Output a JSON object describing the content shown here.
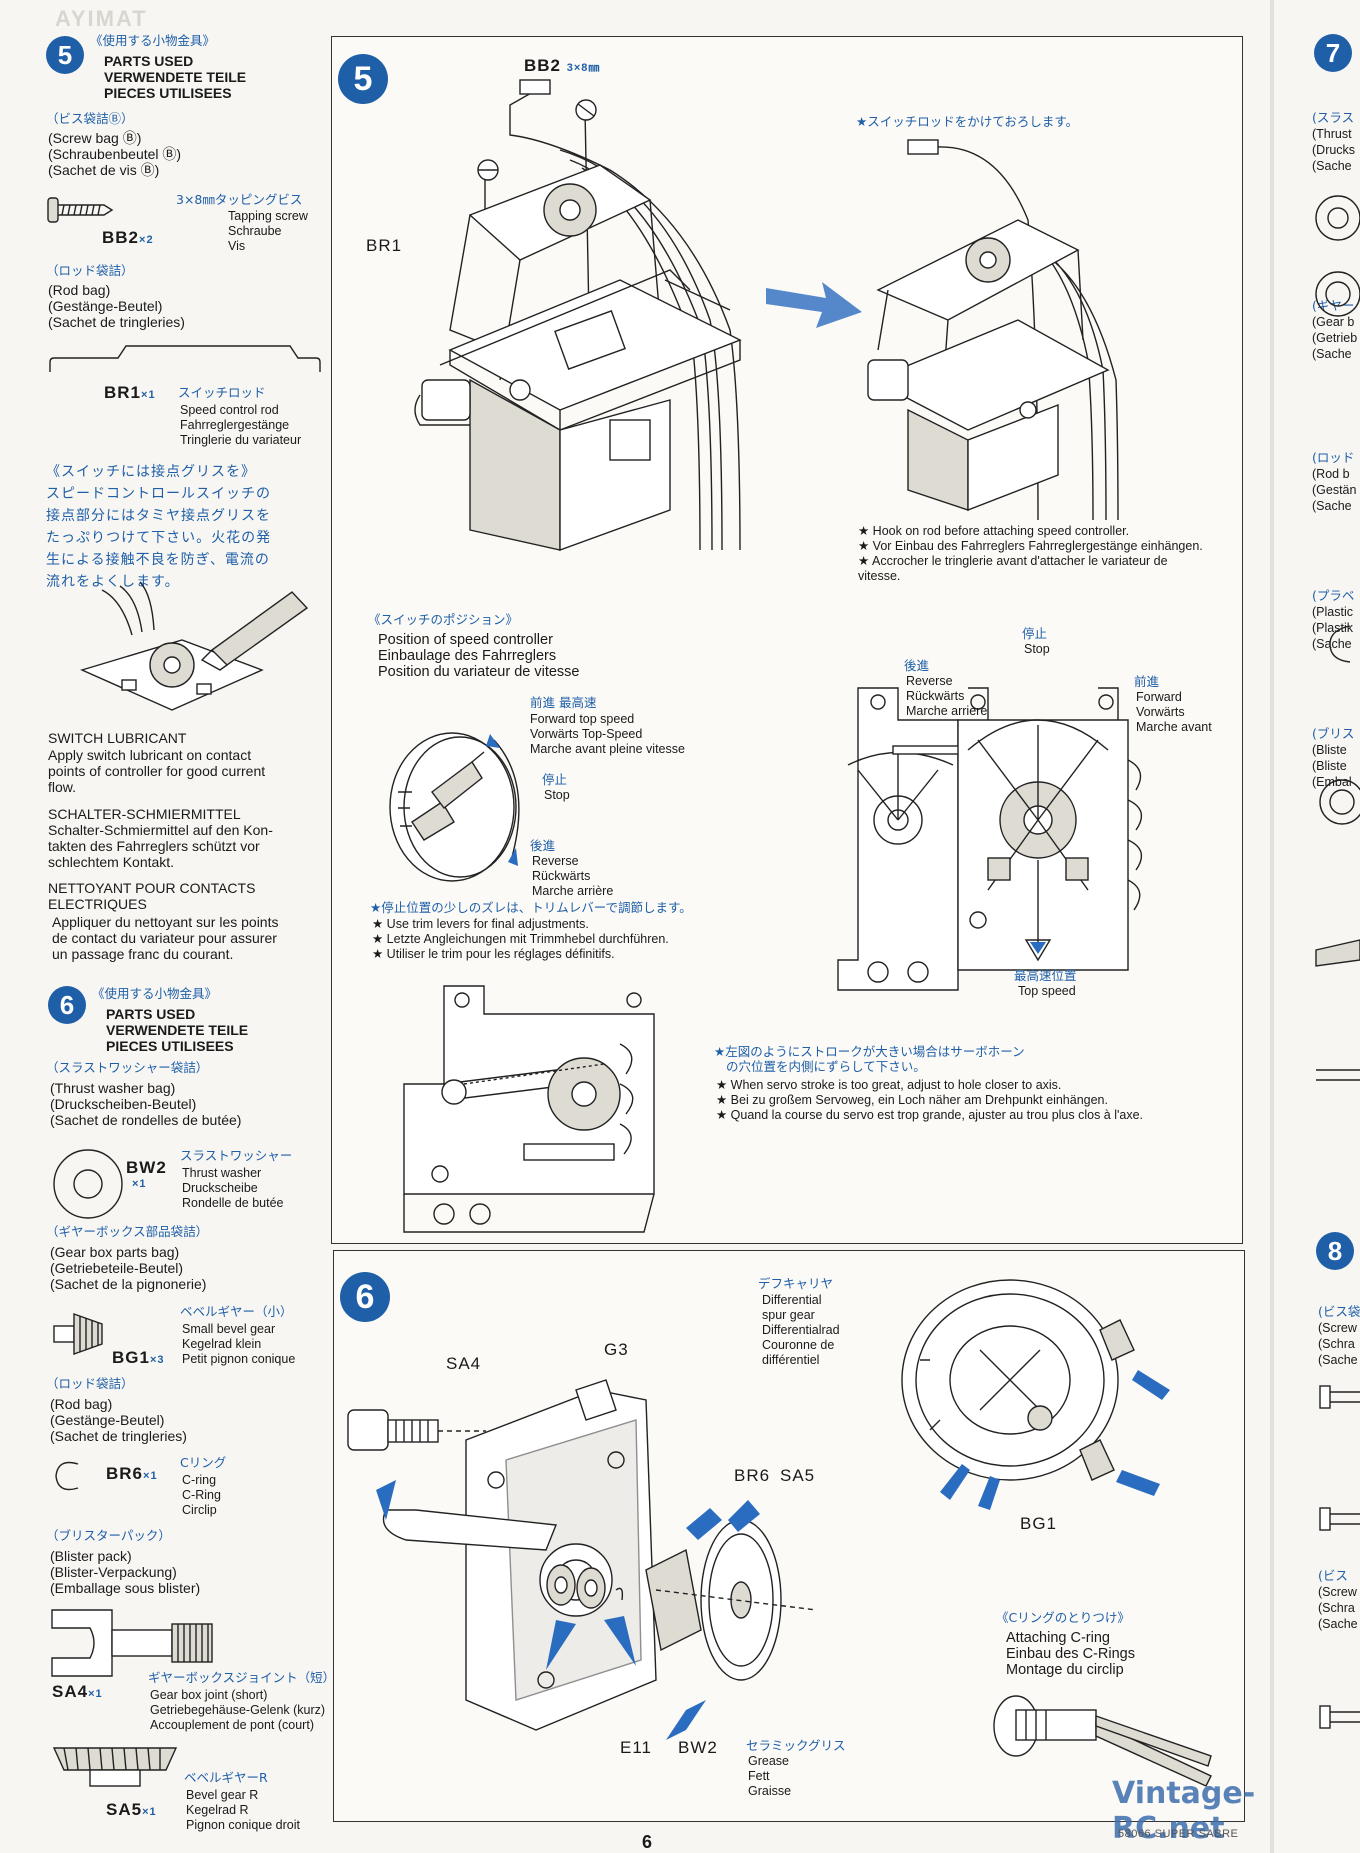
{
  "left": {
    "s5": {
      "num": "5",
      "header_jp": "《使用する小物金具》",
      "header": [
        "PARTS USED",
        "VERWENDETE TEILE",
        "PIECES UTILISEES"
      ],
      "bag_jp": "（ビス袋詰Ⓑ）",
      "bag": [
        "(Screw bag Ⓑ)",
        "(Schraubenbeutel Ⓑ)",
        "(Sachet de vis Ⓑ)"
      ],
      "bb2_jp": "3×8㎜タッピングビス",
      "bb2_desc": [
        "Tapping screw",
        "Schraube",
        "Vis"
      ],
      "bb2_code": "BB2",
      "bb2_count": "×2",
      "rod_jp": "（ロッド袋詰）",
      "rod": [
        "(Rod bag)",
        "(Gestänge-Beutel)",
        "(Sachet de tringleries)"
      ],
      "br1_code": "BR1",
      "br1_count": "×1",
      "br1_jp": "スイッチロッド",
      "br1_desc": [
        "Speed control rod",
        "Fahrreglergestänge",
        "Tringlerie du variateur"
      ],
      "grease_jp": [
        "《スイッチには接点グリスを》",
        "スピードコントロールスイッチの",
        "接点部分にはタミヤ接点グリスを",
        "たっぷりつけて下さい。火花の発",
        "生による接触不良を防ぎ、電流の",
        "流れをよくします。"
      ],
      "lub_en_t": "SWITCH LUBRICANT",
      "lub_en": [
        "Apply switch lubricant on contact",
        "points of controller for good current",
        "flow."
      ],
      "lub_de_t": "SCHALTER-SCHMIERMITTEL",
      "lub_de": [
        "Schalter-Schmiermittel auf den Kon-",
        "takten des Fahrreglers schützt vor",
        "schlechtem Kontakt."
      ],
      "lub_fr_t": [
        "NETTOYANT POUR CONTACTS",
        "ELECTRIQUES"
      ],
      "lub_fr": [
        "Appliquer du nettoyant sur les points",
        "de contact du variateur pour assurer",
        "un passage franc du courant."
      ]
    },
    "s6": {
      "num": "6",
      "header_jp": "《使用する小物金具》",
      "header": [
        "PARTS USED",
        "VERWENDETE TEILE",
        "PIECES UTILISEES"
      ],
      "thrust_jp": "（スラストワッシャー袋詰）",
      "thrust": [
        "(Thrust washer bag)",
        "(Druckscheiben-Beutel)",
        "(Sachet de rondelles de butée)"
      ],
      "bw2_code": "BW2",
      "bw2_count": "×1",
      "bw2_jp": "スラストワッシャー",
      "bw2_desc": [
        "Thrust washer",
        "Druckscheibe",
        "Rondelle de butée"
      ],
      "gear_jp": "（ギヤーボックス部品袋詰）",
      "gear": [
        "(Gear box parts bag)",
        "(Getriebeteile-Beutel)",
        "(Sachet de la pignonerie)"
      ],
      "bg1_jp": "ベベルギヤー（小）",
      "bg1_desc": [
        "Small bevel gear",
        "Kegelrad klein",
        "Petit pignon conique"
      ],
      "bg1_code": "BG1",
      "bg1_count": "×3",
      "rod_jp": "（ロッド袋詰）",
      "rod": [
        "(Rod bag)",
        "(Gestänge-Beutel)",
        "(Sachet de tringleries)"
      ],
      "br6_code": "BR6",
      "br6_count": "×1",
      "br6_jp": "Cリング",
      "br6_desc": [
        "C-ring",
        "C-Ring",
        "Circlip"
      ],
      "blister_jp": "（ブリスターパック）",
      "blister": [
        "(Blister pack)",
        "(Blister-Verpackung)",
        "(Emballage sous blister)"
      ],
      "sa4_code": "SA4",
      "sa4_count": "×1",
      "sa4_jp": "ギヤーボックスジョイント（短）",
      "sa4_desc": [
        "Gear box joint (short)",
        "Getriebegehäuse-Gelenk (kurz)",
        "Accouplement de pont (court)"
      ],
      "sa5_jp": "ベベルギヤーR",
      "sa5_desc": [
        "Bevel gear R",
        "Kegelrad R",
        "Pignon conique droit"
      ],
      "sa5_code": "SA5",
      "sa5_count": "×1"
    }
  },
  "step5": {
    "num": "5",
    "bb2": "BB2",
    "bb2_size": "3×8㎜",
    "br1": "BR1",
    "hook_jp": "★スイッチロッドをかけておろします。",
    "hook": [
      "★ Hook on rod before attaching speed controller.",
      "★ Vor Einbau des Fahrreglers Fahrreglergestänge einhängen.",
      "★ Accrocher le tringlerie avant d'attacher le variateur de",
      "   vitesse."
    ],
    "pos_jp": "《スイッチのポジション》",
    "pos": [
      "Position of speed controller",
      "Einbaulage des Fahrreglers",
      "Position du variateur de vitesse"
    ],
    "fwd_jp": "前進 最高速",
    "fwd": [
      "Forward top speed",
      "Vorwärts Top-Speed",
      "Marche avant pleine vitesse"
    ],
    "stop_jp": "停止",
    "stop": "Stop",
    "rev_jp": "後進",
    "rev": [
      "Reverse",
      "Rückwärts",
      "Marche arrière"
    ],
    "trim_jp": "★停止位置の少しのズレは、トリムレバーで調節します。",
    "trim": [
      "★ Use trim levers for final adjustments.",
      "★ Letzte Angleichungen mit Trimmhebel durchführen.",
      "★ Utiliser le trim pour les réglages définitifs."
    ],
    "fwd2_jp": "前進",
    "fwd2": [
      "Forward",
      "Vorwärts",
      "Marche avant"
    ],
    "top_jp": "最高速位置",
    "top": "Top speed",
    "servo_jp": [
      "★左図のようにストロークが大きい場合はサーボホーン",
      "の穴位置を内側にずらして下さい。"
    ],
    "servo": [
      "★ When servo stroke is too great, adjust to hole closer to axis.",
      "★ Bei zu großem Servoweg, ein Loch näher am Drehpunkt einhängen.",
      "★ Quand la course du servo est trop grande, ajuster au trou plus clos à l'axe."
    ]
  },
  "step6": {
    "num": "6",
    "diff_jp": "デフキャリヤ",
    "diff": [
      "Differential",
      "spur gear",
      "Differentialrad",
      "Couronne de",
      "différentiel"
    ],
    "g3": "G3",
    "sa4": "SA4",
    "br6": "BR6",
    "sa5": "SA5",
    "bg1": "BG1",
    "e11": "E11",
    "bw2": "BW2",
    "grease_jp": "セラミックグリス",
    "grease": [
      "Grease",
      "Fett",
      "Graisse"
    ],
    "cring_jp": "《Cリングのとりつけ》",
    "cring": [
      "Attaching C-ring",
      "Einbau des C-Rings",
      "Montage du circlip"
    ]
  },
  "right": {
    "num7": "7",
    "num8": "8",
    "frag7": [
      "(スラス",
      "(Thrust",
      "(Drucks",
      "(Sache",
      "(ギヤー",
      "(Gear b",
      "(Getrieb",
      "(Sache",
      "(ロッド",
      "(Rod b",
      "(Gestän",
      "(Sache",
      "(プラベ",
      "(Plastic",
      "(Plastik",
      "(Sache",
      "(ブリス",
      "(Bliste",
      "(Bliste",
      "(Embal"
    ],
    "frag8": [
      "(ビス袋",
      "(Screw",
      "(Schra",
      "(Sache",
      "(ビス",
      "(Screw",
      "(Schra",
      "(Sache"
    ]
  },
  "footer": {
    "page": "6",
    "watermark": "Vintage-RC.net",
    "model": "58066 SUPER SABRE",
    "faded_top": "AYIMAT"
  }
}
